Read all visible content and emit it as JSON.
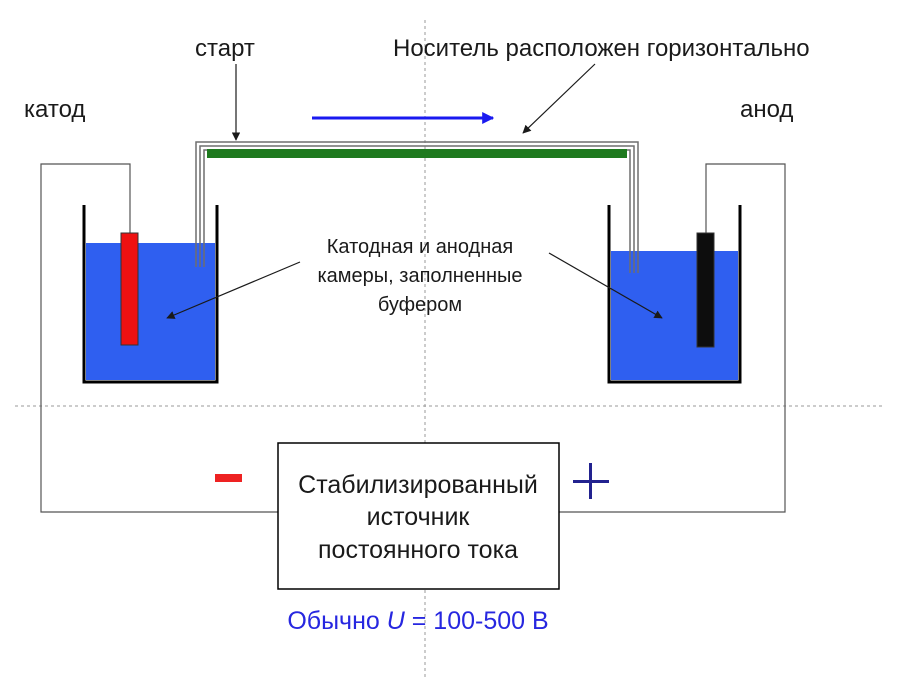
{
  "labels": {
    "start": "старт",
    "carrier": "Носитель расположен горизонтально",
    "cathode": "катод",
    "anode": "анод",
    "chambers": [
      "Катодная и анодная",
      "камеры, заполненные",
      "буфером"
    ],
    "minus": "-",
    "plus": "+",
    "power_supply": [
      "Стабилизированный",
      "источник",
      "постоянного тока"
    ],
    "voltage_prefix": "Обычно ",
    "voltage_symbol": "U",
    "voltage_value": " = 100-500 В"
  },
  "colors": {
    "buffer": "#2f5ff0",
    "cathode_electrode": "#ee1111",
    "anode_electrode": "#0d0d0d",
    "carrier_strip": "#1f7a1f",
    "migration_arrow": "#1a1af0",
    "minus_sign": "#ee2222",
    "plus_sign": "#22228f",
    "voltage_text": "#2727e0"
  }
}
